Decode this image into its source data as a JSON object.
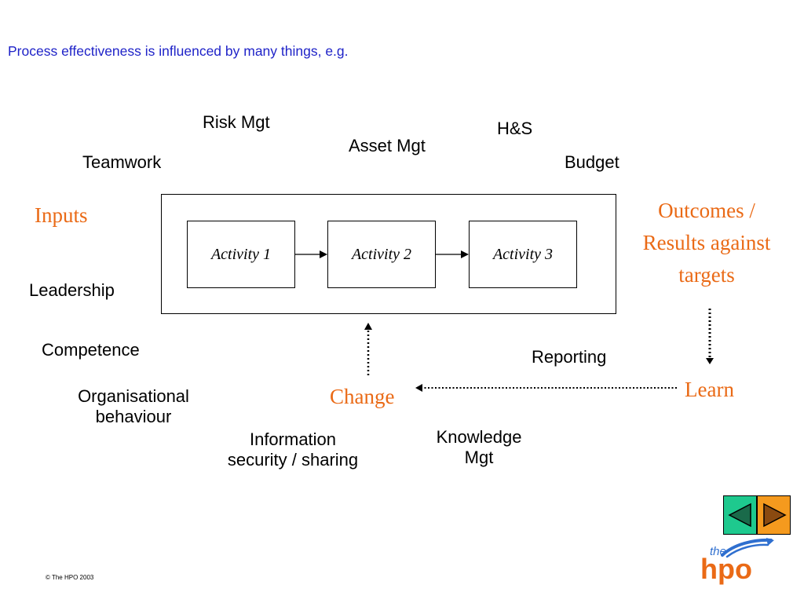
{
  "title": "Process effectiveness is influenced by many things, e.g.",
  "factors": {
    "risk_mgt": "Risk Mgt",
    "asset_mgt": "Asset Mgt",
    "hs": "H&S",
    "teamwork": "Teamwork",
    "budget": "Budget",
    "leadership": "Leadership",
    "competence": "Competence",
    "org_behaviour_line1": "Organisational",
    "org_behaviour_line2": "behaviour",
    "info_security_line1": "Information",
    "info_security_line2": "security / sharing",
    "knowledge_line1": "Knowledge",
    "knowledge_line2": "Mgt",
    "reporting": "Reporting"
  },
  "process": {
    "inputs": "Inputs",
    "activities": [
      "Activity 1",
      "Activity 2",
      "Activity 3"
    ],
    "outcomes_line1": "Outcomes /",
    "outcomes_line2": "Results against",
    "outcomes_line3": "targets",
    "learn": "Learn",
    "change": "Change"
  },
  "colors": {
    "title": "#1f23c8",
    "accent_orange": "#ea6a16",
    "nav_prev_bg": "#1ec98e",
    "nav_next_bg": "#f59a1e"
  },
  "icons": {
    "prev": "triangle-left-icon",
    "next": "triangle-right-icon"
  },
  "footer": {
    "copyright": "© The HPO 2003",
    "logo_small": "the",
    "logo_main": "hpo"
  }
}
